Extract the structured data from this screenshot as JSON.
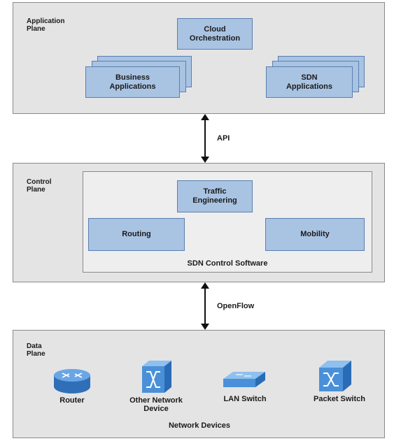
{
  "application_plane": {
    "label": "Application Plane",
    "cloud": "Cloud Orchestration",
    "business": "Business Applications",
    "sdn_apps": "SDN Applications"
  },
  "api_label": "API",
  "control_plane": {
    "label": "Control Plane",
    "traffic": "Traffic Engineering",
    "routing": "Routing",
    "mobility": "Mobility",
    "software": "SDN Control Software"
  },
  "openflow_label": "OpenFlow",
  "data_plane": {
    "label": "Data Plane",
    "devices": [
      "Router",
      "Other Network Device",
      "LAN Switch",
      "Packet Switch"
    ],
    "caption": "Network Devices"
  },
  "colors": {
    "plane_bg": "#e4e4e5",
    "box_fill": "#a9c3e3",
    "box_border": "#5a7fae",
    "device_blue": "#4a90d9"
  }
}
